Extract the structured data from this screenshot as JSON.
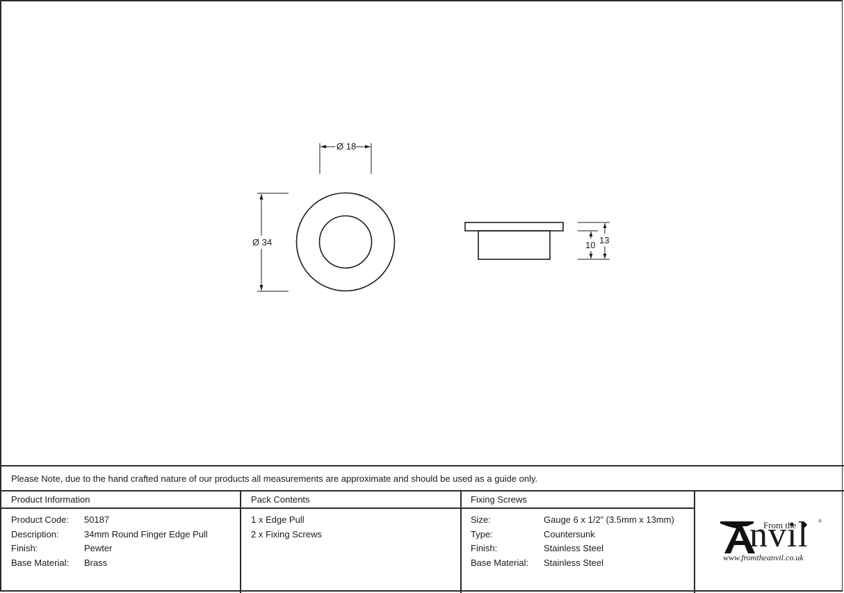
{
  "drawing": {
    "front_view": {
      "outer_diameter_label": "Ø 34",
      "inner_diameter_label": "Ø 18"
    },
    "side_view": {
      "body_height_label": "10",
      "total_height_label": "13"
    }
  },
  "note": "Please Note, due to the hand crafted nature of our products all measurements are approximate and should be used as a guide only.",
  "product_information": {
    "heading": "Product Information",
    "rows": [
      {
        "label": "Product Code:",
        "value": "50187"
      },
      {
        "label": "Description:",
        "value": "34mm Round Finger Edge Pull"
      },
      {
        "label": "Finish:",
        "value": "Pewter"
      },
      {
        "label": "Base Material:",
        "value": "Brass"
      }
    ]
  },
  "pack_contents": {
    "heading": "Pack Contents",
    "items": [
      "1 x Edge Pull",
      "2 x Fixing Screws"
    ]
  },
  "fixing_screws": {
    "heading": "Fixing Screws",
    "rows": [
      {
        "label": "Size:",
        "value": "Gauge 6 x 1/2” (3.5mm x 13mm)"
      },
      {
        "label": "Type:",
        "value": "Countersunk"
      },
      {
        "label": "Finish:",
        "value": "Stainless Steel"
      },
      {
        "label": "Base Material:",
        "value": "Stainless Steel"
      }
    ]
  },
  "logo": {
    "from_the": "From the",
    "brand_rest": "nvil",
    "registered": "®",
    "url": "www.fromtheanvil.co.uk"
  }
}
